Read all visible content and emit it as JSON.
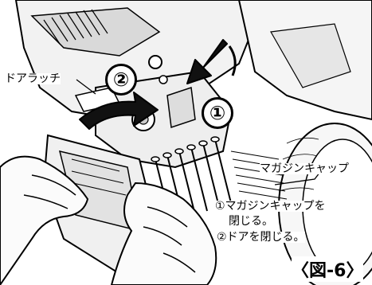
{
  "labels": {
    "door_latch": "ドアラッチ",
    "magazine_cap": "マガジンキャップ"
  },
  "markers": {
    "step1": "①",
    "step2": "②"
  },
  "instructions": {
    "step1_line1": "①マガジンキャップを",
    "step1_line2": "閉じる。",
    "step2": "②ドアを閉じる。"
  },
  "figure_caption": "〈図-6〉"
}
